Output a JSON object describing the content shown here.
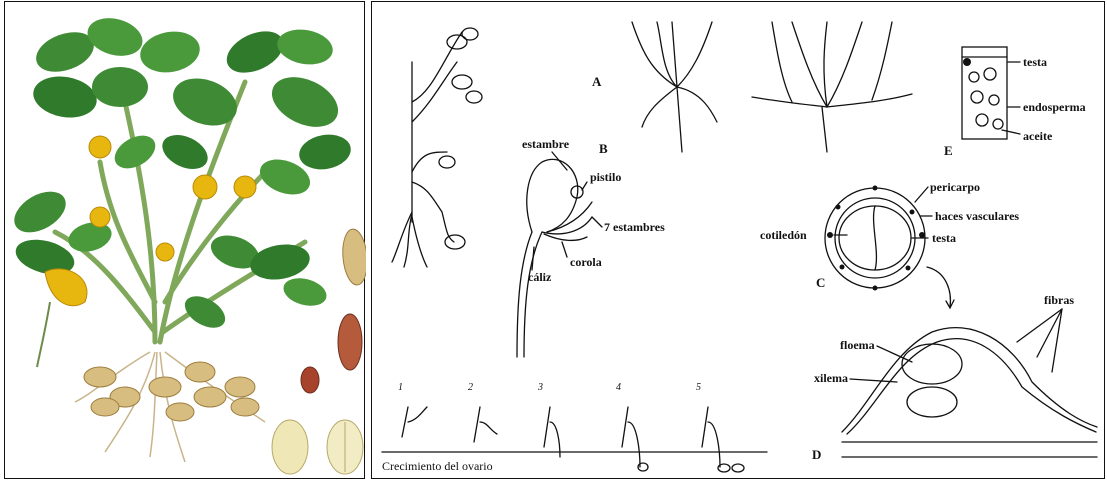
{
  "colors": {
    "leaf": "#3f8a34",
    "leaf_dark": "#2a6425",
    "flower": "#e7b70f",
    "pod": "#d8bd80",
    "seed_red": "#a7432a",
    "seed_white": "#efe8b6",
    "ink": "#111111"
  },
  "panel_letters": {
    "a": "A",
    "b": "B",
    "c": "C",
    "d": "D",
    "e": "E"
  },
  "flower_labels": {
    "estambre": "estambre",
    "pistilo": "pistilo",
    "siete_estambres": "7 estambres",
    "corola": "corola",
    "caliz": "cáliz"
  },
  "seed_labels": {
    "testa": "testa",
    "endosperma": "endosperma",
    "aceite": "aceite"
  },
  "cross_section_labels": {
    "pericarpo": "pericarpo",
    "haces_vasculares": "haces vasculares",
    "cotiledon": "cotiledón",
    "testa": "testa"
  },
  "stem_labels": {
    "fibras": "fibras",
    "floema": "floema",
    "xilema": "xilema"
  },
  "ovary_growth": {
    "caption": "Crecimiento del ovario",
    "stages": [
      "1",
      "2",
      "3",
      "4",
      "5"
    ]
  }
}
